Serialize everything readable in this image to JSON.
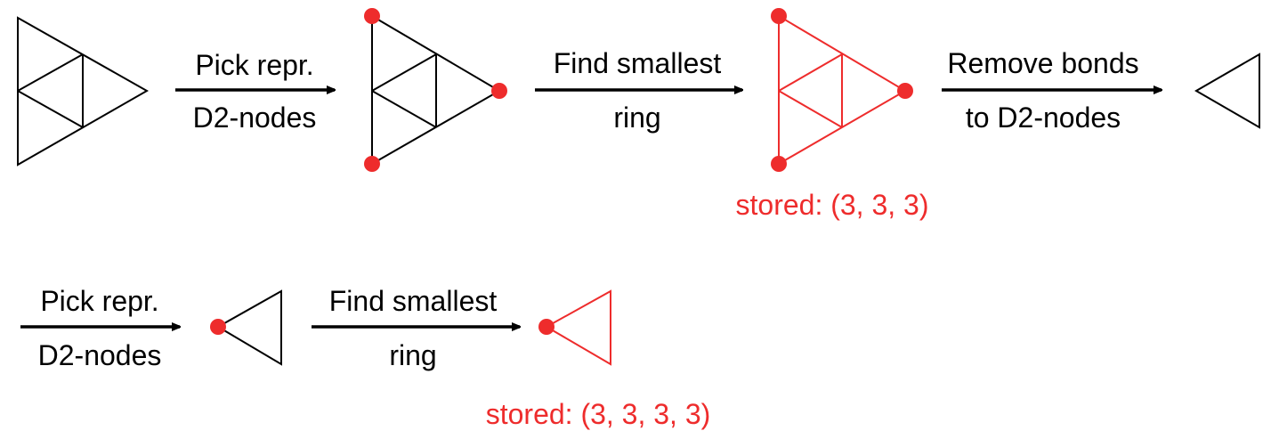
{
  "colors": {
    "line": "#000000",
    "highlight": "#ee2c2c",
    "node": "#ee2c2c"
  },
  "row1": {
    "step1": {
      "top": "Pick repr.",
      "bottom": "D2-nodes"
    },
    "step2": {
      "top": "Find smallest",
      "bottom": "ring"
    },
    "step3": {
      "top": "Remove bonds",
      "bottom": "to D2-nodes"
    },
    "stored": "stored: (3, 3, 3)"
  },
  "row2": {
    "step1": {
      "top": "Pick repr.",
      "bottom": "D2-nodes"
    },
    "step2": {
      "top": "Find smallest",
      "bottom": "ring"
    },
    "stored": "stored: (3, 3, 3, 3)"
  }
}
